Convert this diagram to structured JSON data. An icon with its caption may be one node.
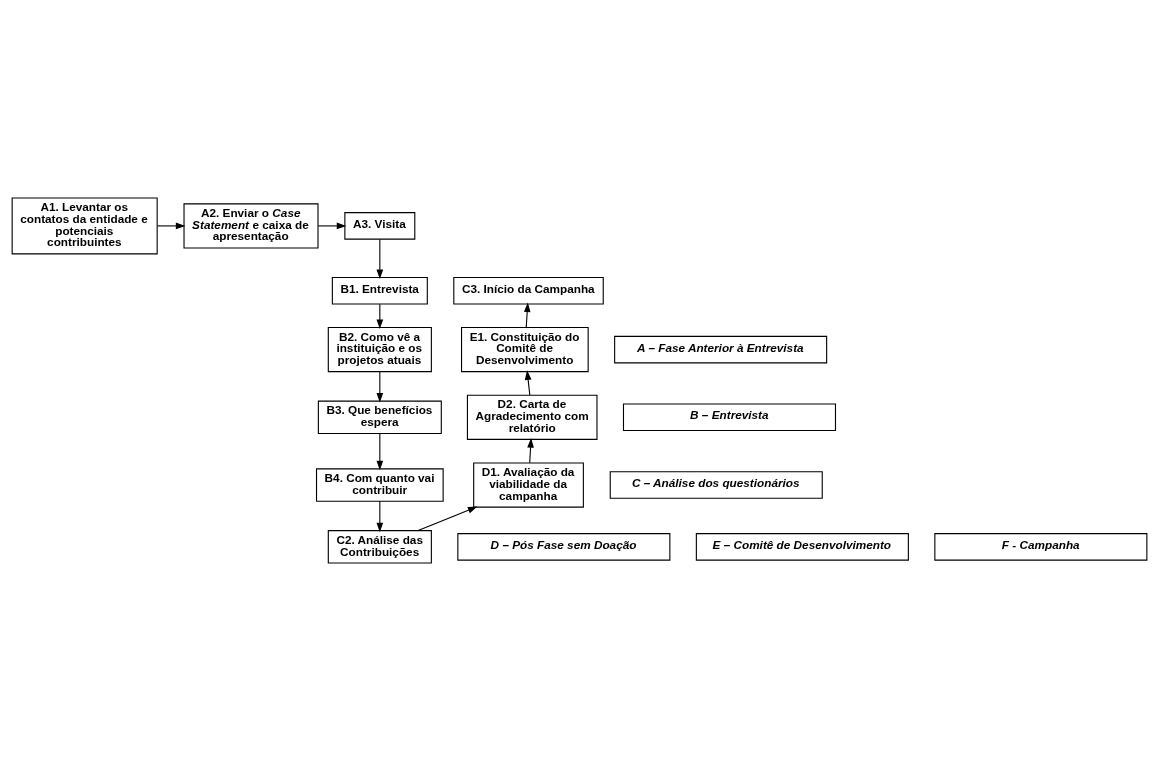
{
  "diagram": {
    "nodes": [
      {
        "text": [
          "A1. Levantar os contatos da entidade e potenciais contribuintes"
        ]
      },
      {
        "text": [
          "A2. Enviar o *Case Statement* e caixa de apresentação"
        ]
      },
      {
        "text": [
          "A3. Visita"
        ]
      },
      {
        "text": [
          "B1. Entrevista"
        ]
      },
      {
        "text": [
          "C3. Início da Campanha"
        ]
      },
      {
        "text": [
          "B2. Como vê a instituição e os projetos atuais"
        ]
      },
      {
        "text": [
          "E1. Constituição do Comitê de Desenvolvimento"
        ]
      },
      {
        "text": [
          "B3. Que benefícios espera"
        ]
      },
      {
        "text": [
          "D2. Carta de Agradecimento com relatório"
        ]
      },
      {
        "text": [
          "B4. Com quanto vai contribuir"
        ]
      },
      {
        "text": [
          "D1. Avaliação da viabilidade da campanha"
        ]
      },
      {
        "text": [
          "C2. Análise das Contribuições"
        ]
      },
      {
        "text": [
          "A – Fase Anterior à Entrevista"
        ]
      },
      {
        "text": [
          "B – Entrevista"
        ]
      },
      {
        "text": [
          "C – Análise dos questionários"
        ]
      },
      {
        "text": [
          "D – Pós Fase sem Doação"
        ]
      },
      {
        "text": [
          "E – Comitê de Desenvolvimento"
        ]
      },
      {
        "text": [
          "F - Campanha"
        ]
      }
    ],
    "edges": [
      {
        "from": 0,
        "to": 1,
        "arrow": "to"
      },
      {
        "from": 1,
        "to": 2,
        "arrow": "to"
      },
      {
        "from": 2,
        "to": 3,
        "arrow": "to"
      },
      {
        "from": 3,
        "to": 5,
        "arrow": "to"
      },
      {
        "from": 5,
        "to": 7,
        "arrow": "to"
      },
      {
        "from": 7,
        "to": 9,
        "arrow": "to"
      },
      {
        "from": 9,
        "to": 11,
        "arrow": "to"
      },
      {
        "from": 11,
        "to": 10,
        "arrow": "to"
      },
      {
        "from": 10,
        "to": 8,
        "arrow": "to"
      },
      {
        "from": 8,
        "to": 6,
        "arrow": "to"
      },
      {
        "from": 6,
        "to": 4,
        "arrow": "to"
      }
    ]
  }
}
